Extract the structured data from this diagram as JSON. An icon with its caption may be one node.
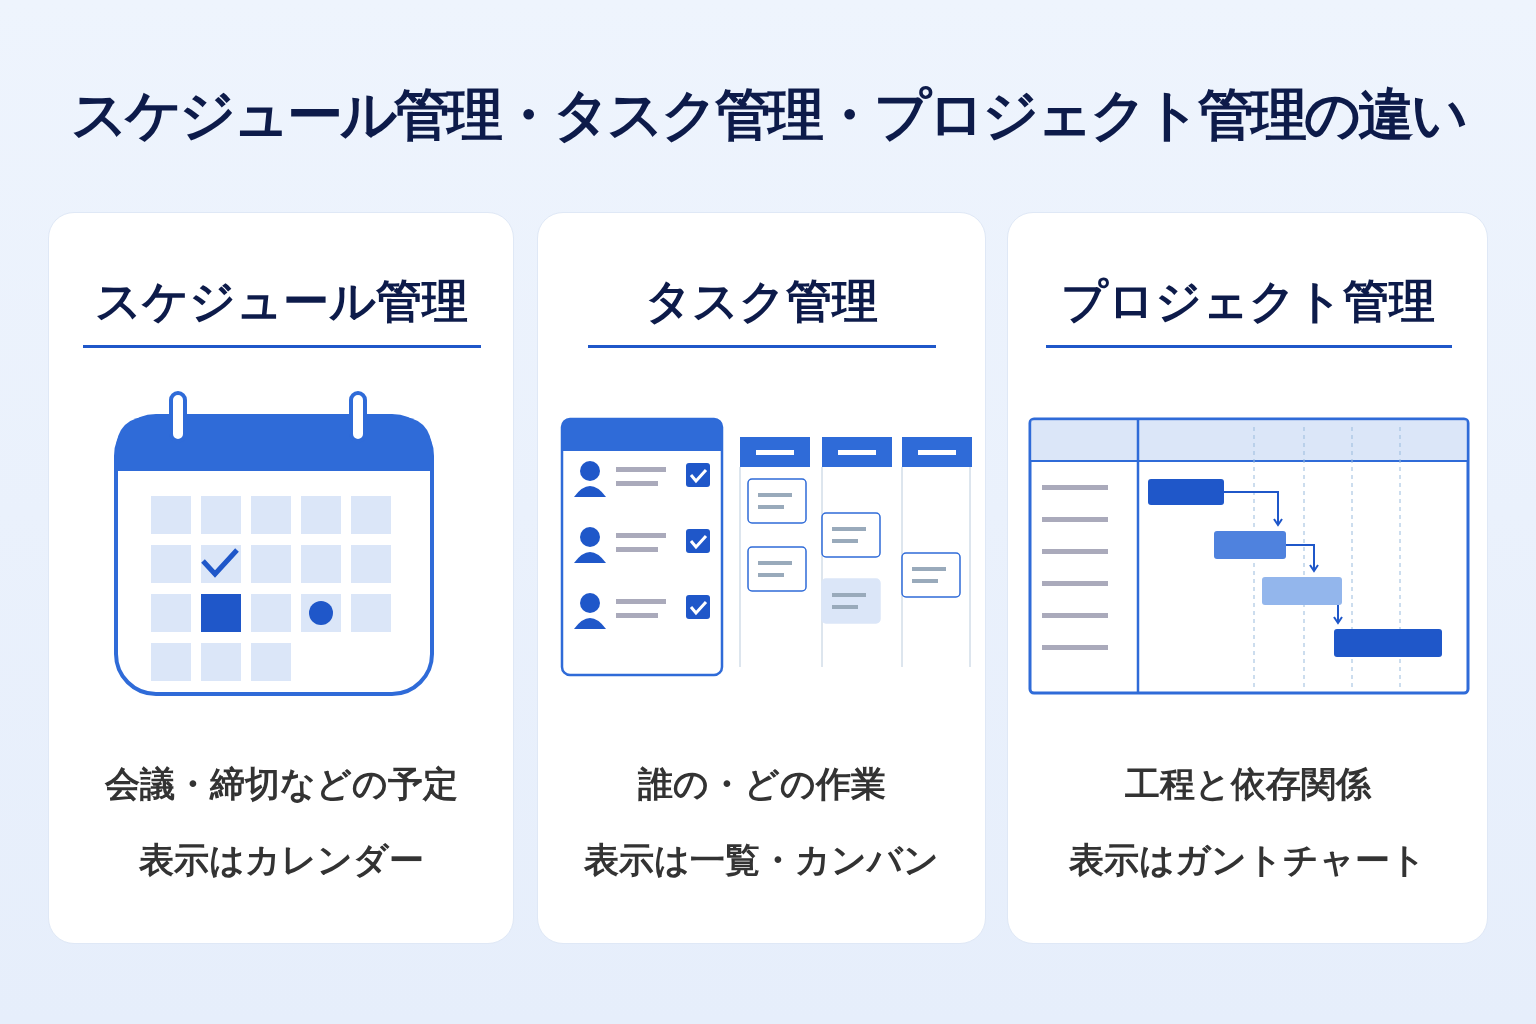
{
  "diagram": {
    "title": "スケジュール管理・タスク管理・プロジェクト管理の違い",
    "nodes": [
      {
        "text": [
          "スケジュール管理",
          "会議・締切などの予定",
          "表示はカレンダー"
        ]
      },
      {
        "text": [
          "タスク管理",
          "誰の・どの作業",
          "表示は一覧・カンバン"
        ]
      },
      {
        "text": [
          "プロジェクト管理",
          "工程と依存関係",
          "表示はガントチャート"
        ]
      }
    ]
  }
}
